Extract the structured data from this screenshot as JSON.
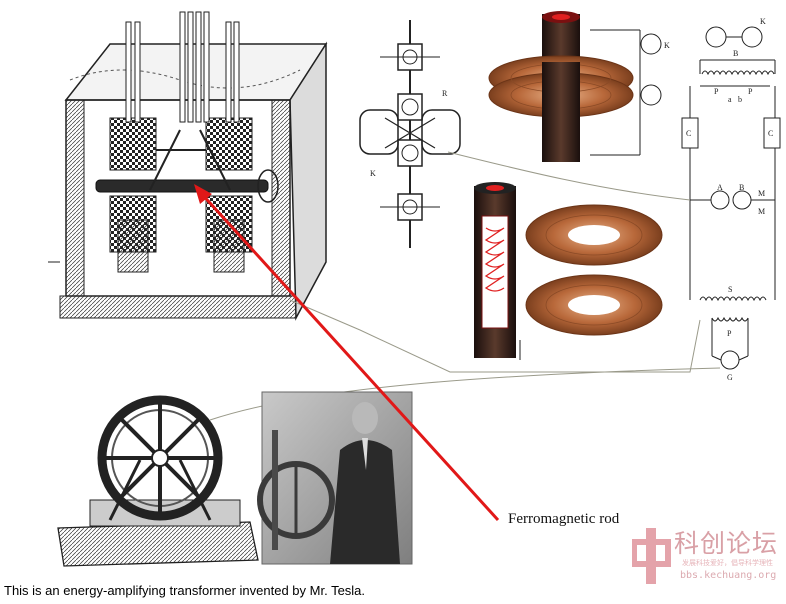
{
  "annotation": {
    "rod_label": "Ferromagnetic rod"
  },
  "caption": "This is an energy-amplifying transformer invented by Mr. Tesla.",
  "watermark": {
    "title": "科创论坛",
    "subtitle": "发展科技爱好，倡导科学理性",
    "url": "bbs.kechuang.org"
  },
  "schematic_labels": {
    "k_top": "K",
    "b_top": "B",
    "p_left": "P",
    "p_right": "P",
    "a": "a",
    "b_small": "b",
    "c_left": "C",
    "c_right": "C",
    "a_mid": "A",
    "b_mid": "B",
    "m_top": "M",
    "m_bottom": "M",
    "s": "S",
    "p_bottom": "P",
    "g": "G",
    "k_coil": "K",
    "k_valve": "K",
    "r_valve": "R"
  },
  "colors": {
    "arrow": "#e11818",
    "copper": "#b8683a",
    "core": "#2a1a16",
    "ink": "#222222"
  }
}
